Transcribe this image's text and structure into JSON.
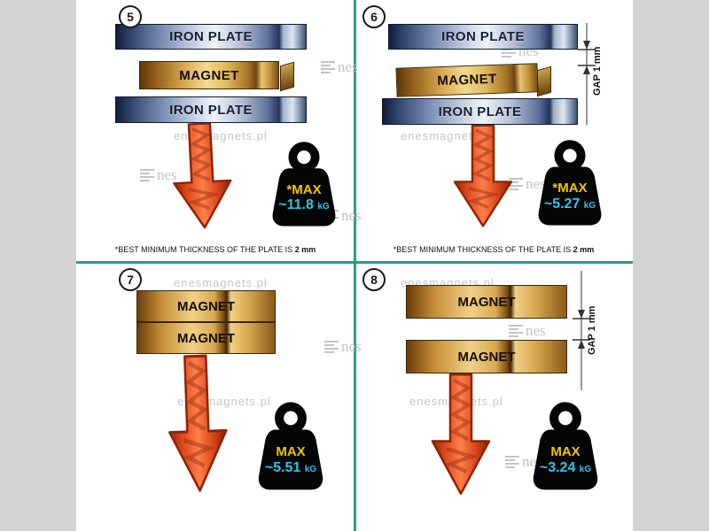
{
  "labels": {
    "iron_plate": "IRON PLATE",
    "magnet": "MAGNET",
    "gap": "GAP 1 mm"
  },
  "footnote": {
    "text": "*BEST MINIMUM THICKNESS OF THE PLATE IS",
    "bold": "2 mm"
  },
  "watermark": {
    "domain": "enesmagnets.pl",
    "logo_text": "nes"
  },
  "panels": [
    {
      "number": "5",
      "max_label": "*MAX",
      "value": "~11.8",
      "unit": "kG"
    },
    {
      "number": "6",
      "max_label": "*MAX",
      "value": "~5.27",
      "unit": "kG"
    },
    {
      "number": "7",
      "max_label": "MAX",
      "value": "~5.51",
      "unit": "kG"
    },
    {
      "number": "8",
      "max_label": "MAX",
      "value": "~3.24",
      "unit": "kG"
    }
  ],
  "colors": {
    "divider": "#2e9d8a",
    "max_text": "#f2c400",
    "value_text": "#2fc6ea",
    "arrow_red": "#d63a10",
    "side_bar": "#d3d3d3",
    "iron_plate_dark": "#111f3c",
    "magnet_gold": "#d8a94f"
  }
}
